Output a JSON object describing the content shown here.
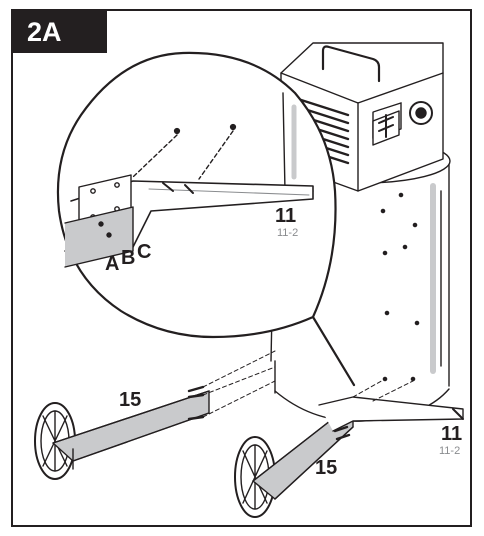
{
  "step": "2A",
  "labels": {
    "part_11_top": "11",
    "part_11_top_sub": "11-2",
    "hardware_a": "A",
    "hardware_b": "B",
    "hardware_c": "C",
    "part_15_left": "15",
    "part_15_right": "15",
    "part_11_bottom": "11",
    "part_11_bottom_sub": "11-2"
  },
  "colors": {
    "ink": "#231f20",
    "gray": "#8a8c8f",
    "light_gray": "#c9cacc",
    "badge": "#231f20"
  }
}
